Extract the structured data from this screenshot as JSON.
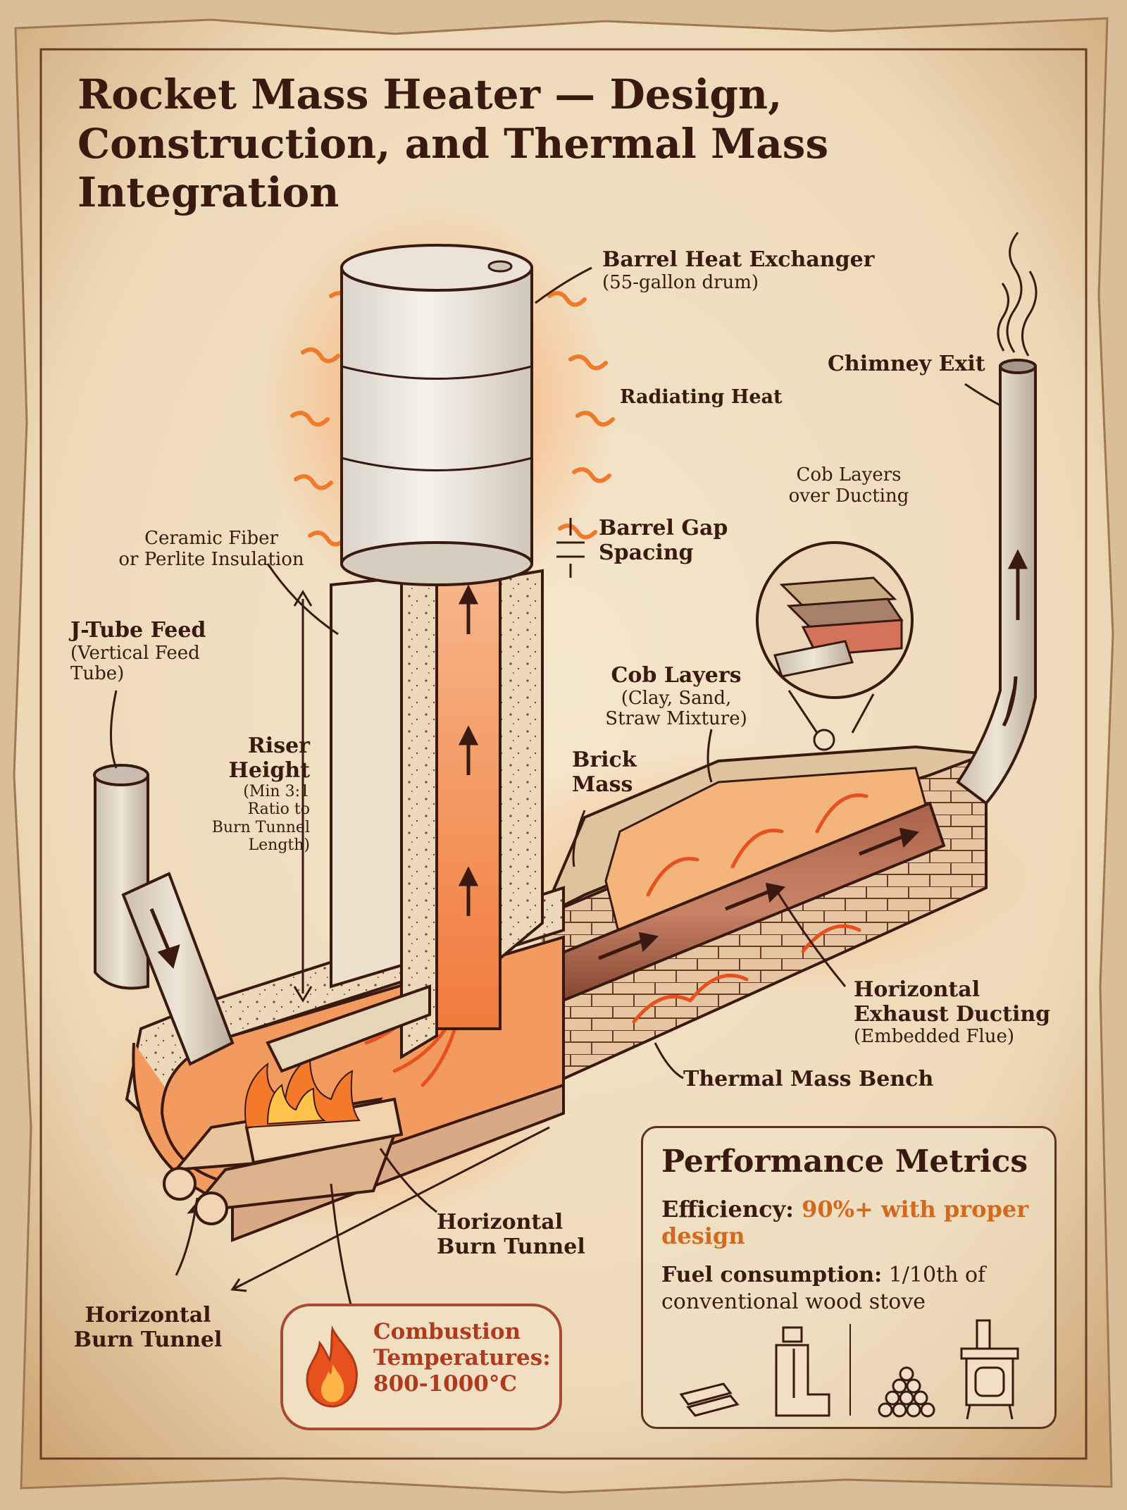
{
  "title": {
    "line1": "Rocket Mass Heater — Design,",
    "line2": "Construction, and Thermal Mass Integration"
  },
  "labels": {
    "barrel": {
      "line1": "Barrel Heat Exchanger",
      "line2": "(55-gallon drum)"
    },
    "radiating_heat": "Radiating Heat",
    "chimney_exit": "Chimney Exit",
    "barrel_gap": {
      "line1": "Barrel Gap",
      "line2": "Spacing"
    },
    "cob_inset": {
      "line1": "Cob Layers",
      "line2": "over Ducting"
    },
    "insulation": {
      "line1": "Ceramic Fiber",
      "line2": "or Perlite Insulation"
    },
    "j_tube": {
      "line1": "J-Tube Feed",
      "line2": "(Vertical Feed",
      "line3": "Tube)"
    },
    "cob_layers": {
      "line1": "Cob Layers",
      "line2": "(Clay, Sand,",
      "line3": "Straw Mixture)"
    },
    "riser": {
      "line1": "Riser",
      "line2": "Height",
      "line3": "(Min 3:1",
      "line4": "Ratio to",
      "line5": "Burn Tunnel",
      "line6": "Length)"
    },
    "brick_mass": {
      "line1": "Brick",
      "line2": "Mass"
    },
    "exhaust": {
      "line1": "Horizontal",
      "line2": "Exhaust Ducting",
      "line3": "(Embedded Flue)"
    },
    "thermal_bench": "Thermal Mass Bench",
    "burn_tunnel_mid": {
      "line1": "Horizontal",
      "line2": "Burn Tunnel"
    },
    "burn_tunnel_left": {
      "line1": "Horizontal",
      "line2": "Burn Tunnel"
    }
  },
  "combustion": {
    "line1": "Combustion",
    "line2": "Temperatures:",
    "line3": "800-1000°C"
  },
  "metrics": {
    "heading": "Performance Metrics",
    "efficiency_label": "Efficiency:",
    "efficiency_value": "90%+ with proper design",
    "fuel_label": "Fuel consumption:",
    "fuel_value": "1/10th of conventional wood stove"
  },
  "colors": {
    "ink": "#3a1a10",
    "parchment": "#ecdcc0",
    "flame": "#e8501e",
    "glow": "#f39a5a",
    "accent_orange": "#d4691e",
    "combustion_red": "#b13a1e"
  },
  "icons": [
    "flame-icon",
    "smoke-icon",
    "heat-wave-icon",
    "wood-pile-icon",
    "rocket-stove-icon",
    "wood-stove-icon"
  ]
}
